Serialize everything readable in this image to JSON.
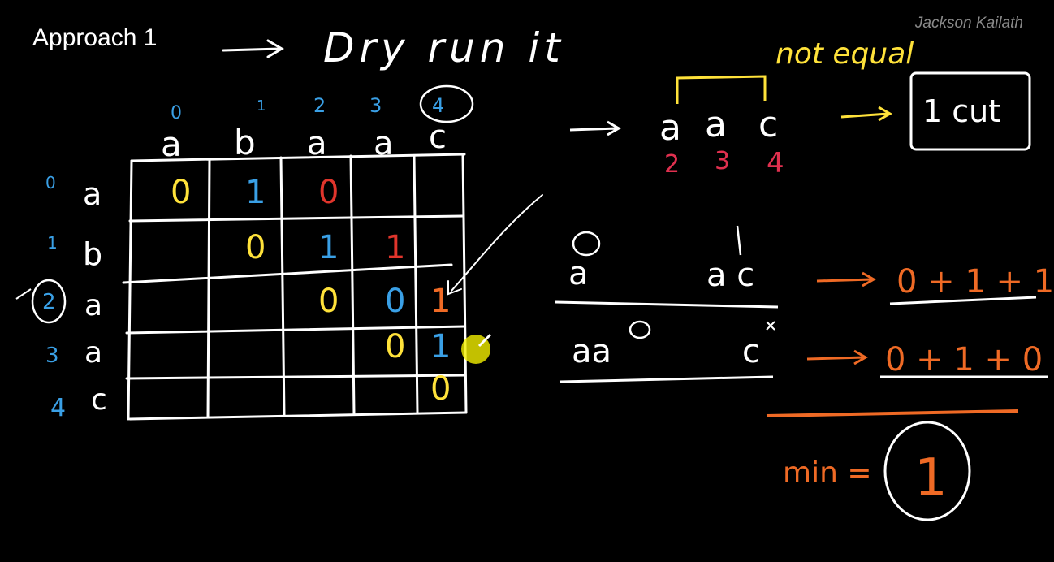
{
  "title": "Approach 1",
  "subtitle": "Dry run it",
  "watermark": "Jackson Kailath",
  "colors": {
    "background": "#000000",
    "chalk": "#ffffff",
    "index_blue": "#3aa0e6",
    "yellow": "#ffe23a",
    "red": "#e0352c",
    "orange": "#ef6a25",
    "pink": "#e0304f",
    "cursor": "#f4f000"
  },
  "grid": {
    "columns": {
      "indices": [
        "0",
        "1",
        "2",
        "3",
        "4"
      ],
      "chars": [
        "a",
        "b",
        "a",
        "a",
        "c"
      ]
    },
    "rows": {
      "indices": [
        "0",
        "1",
        "2",
        "3",
        "4"
      ],
      "chars": [
        "a",
        "b",
        "a",
        "a",
        "c"
      ]
    },
    "cells": [
      {
        "r": 0,
        "c": 0,
        "v": "0",
        "color": "yellow"
      },
      {
        "r": 0,
        "c": 1,
        "v": "1",
        "color": "index_blue"
      },
      {
        "r": 0,
        "c": 2,
        "v": "0",
        "color": "red"
      },
      {
        "r": 1,
        "c": 1,
        "v": "0",
        "color": "yellow"
      },
      {
        "r": 1,
        "c": 2,
        "v": "1",
        "color": "index_blue"
      },
      {
        "r": 1,
        "c": 3,
        "v": "1",
        "color": "red"
      },
      {
        "r": 2,
        "c": 2,
        "v": "0",
        "color": "yellow"
      },
      {
        "r": 2,
        "c": 3,
        "v": "0",
        "color": "index_blue"
      },
      {
        "r": 2,
        "c": 4,
        "v": "1",
        "color": "orange"
      },
      {
        "r": 3,
        "c": 3,
        "v": "0",
        "color": "yellow"
      },
      {
        "r": 3,
        "c": 4,
        "v": "1",
        "color": "index_blue"
      },
      {
        "r": 4,
        "c": 4,
        "v": "0",
        "color": "yellow"
      }
    ]
  },
  "right_top": {
    "note": "not equal",
    "chars": [
      "a",
      "a",
      "c"
    ],
    "indices": [
      "2",
      "3",
      "4"
    ],
    "result": "1 cut"
  },
  "split1": {
    "left": "a",
    "right": "a c",
    "expr": "0 + 1 + 1"
  },
  "split2": {
    "left": "aa",
    "right": "c",
    "expr": "0 + 1 + 0"
  },
  "min": {
    "label": "min =",
    "value": "1"
  }
}
